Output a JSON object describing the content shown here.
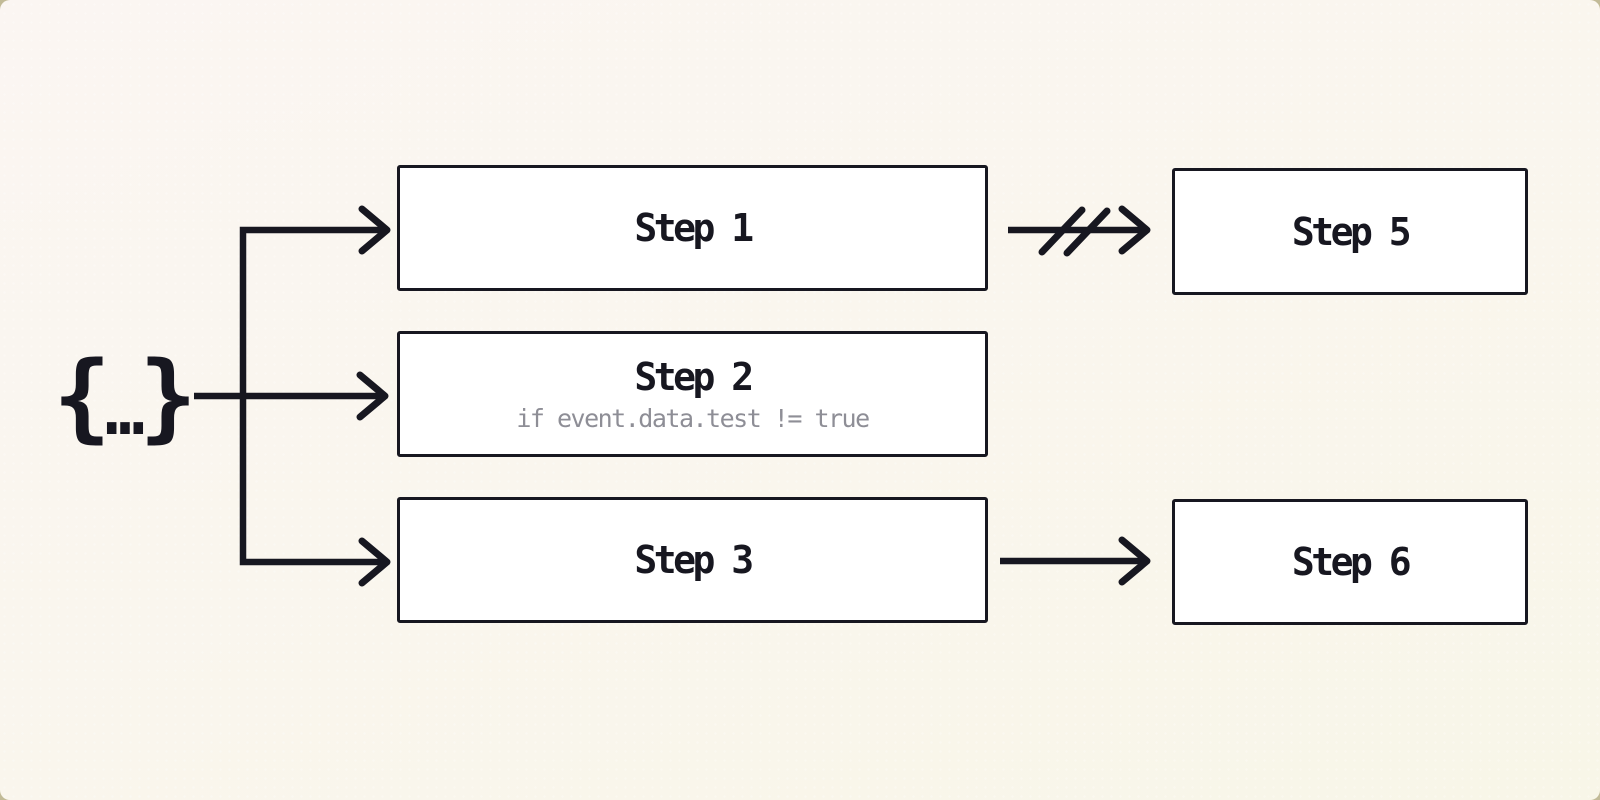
{
  "diagram": {
    "trigger": {
      "open_brace": "{",
      "ellipsis": "…",
      "close_brace": "}"
    },
    "nodes": {
      "step1": {
        "label": "Step 1"
      },
      "step2": {
        "label": "Step 2",
        "condition": "if event.data.test != true"
      },
      "step3": {
        "label": "Step 3"
      },
      "step5": {
        "label": "Step 5"
      },
      "step6": {
        "label": "Step 6"
      }
    },
    "edges": [
      {
        "from": "trigger",
        "to": "step1",
        "style": "arrow"
      },
      {
        "from": "trigger",
        "to": "step2",
        "style": "arrow"
      },
      {
        "from": "trigger",
        "to": "step3",
        "style": "arrow"
      },
      {
        "from": "step1",
        "to": "step5",
        "style": "cancelled-arrow"
      },
      {
        "from": "step3",
        "to": "step6",
        "style": "arrow"
      }
    ],
    "colors": {
      "ink": "#171720",
      "node_background": "#ffffff",
      "condition_text": "#8e8e96",
      "canvas_top": "#fbf6f2",
      "canvas_bottom": "#f8f6e8",
      "outer_frame": "#c2bb97"
    }
  }
}
